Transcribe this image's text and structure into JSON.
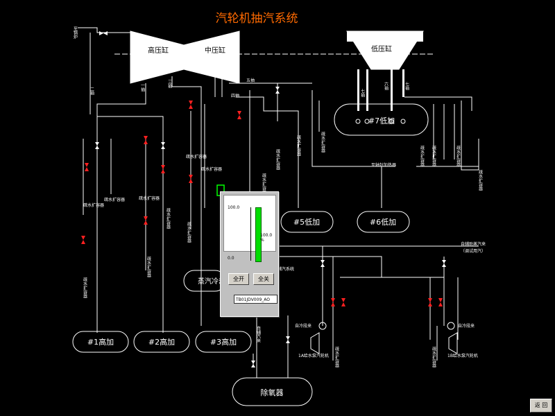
{
  "title": "汽轮机抽汽系统",
  "turbine": {
    "hp": "高压缸",
    "ip": "中压缸",
    "lp": "低压缸"
  },
  "labels": {
    "dongjin": "至锅炉",
    "er_chou": "二抽",
    "yi_chou": "一抽",
    "san_chou": "三抽",
    "si_chou": "四抽",
    "wu_chou": "五抽",
    "liu_chou": "六抽",
    "qi_chou": "七抽",
    "shu_shui": "疏水扩容器",
    "zhou_feng": "至轴封加热器",
    "fu_qi": "辅汽系统",
    "from_aux": "自辅助蒸汽来",
    "test_steam": "（调试用汽）",
    "from_cold": "自冷段来",
    "deaerator_steam": "自辅汽来",
    "pump_a": "1A给水泵汽轮机",
    "pump_b": "1B给水泵汽轮机"
  },
  "heaters": {
    "h1": "#1高加",
    "h2": "#2高加",
    "h3": "#3高加",
    "l5": "#5低加",
    "l6": "#6低加",
    "l7": "#7低加",
    "cooler": "蒸汽冷却器",
    "deaerator": "除氧器"
  },
  "popup": {
    "gauge_max": "100.0",
    "gauge_min": "0.0",
    "gauge_value": "100.0 %",
    "level_fraction": 1.0,
    "open_label": "全开",
    "close_label": "全关",
    "tag": "TB01JDV009_AO"
  },
  "return_label": "返 回",
  "colors": {
    "title": "#ff6a00",
    "valve_alarm": "#ff2020",
    "valve_ok": "#ffffff",
    "gauge_fill": "#00dd00"
  }
}
